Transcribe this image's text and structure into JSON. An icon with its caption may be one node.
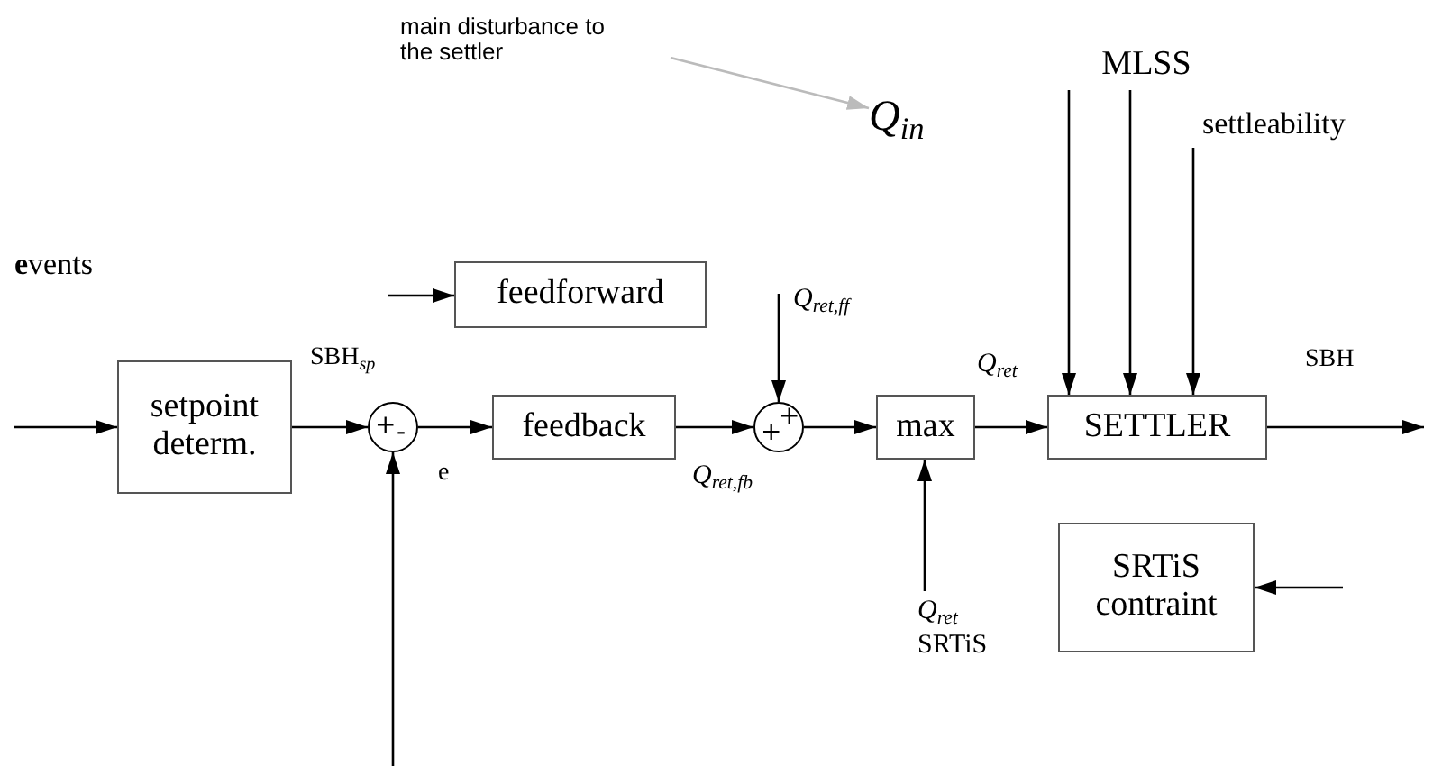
{
  "diagram": {
    "nodes": [
      {
        "text": [
          "setpoint determ."
        ]
      },
      {
        "text": [
          "+",
          "-"
        ]
      },
      {
        "text": [
          "feedback"
        ]
      },
      {
        "text": [
          "+",
          "+"
        ]
      },
      {
        "text": [
          "max"
        ]
      },
      {
        "text": [
          "SETTLER"
        ]
      },
      {
        "text": [
          "feedforward"
        ]
      },
      {
        "text": [
          "SRTiS contraint"
        ]
      },
      {
        "text": [
          "main disturbance to the settler"
        ]
      },
      {
        "text": [
          "Q$_{in}$"
        ]
      },
      {
        "text": [
          "*Q*$_{ret}$ SRTiS"
        ]
      },
      {
        "text": [
          "MLSS"
        ]
      },
      {
        "text": [
          "settleability"
        ]
      }
    ],
    "edges": [
      {
        "from": null,
        "to": 0,
        "arrow": "to"
      },
      {
        "from": 0,
        "to": 1,
        "arrow": "to"
      },
      {
        "from": null,
        "to": 1,
        "arrow": "to"
      },
      {
        "from": 1,
        "to": 2,
        "arrow": "to"
      },
      {
        "from": 2,
        "to": 3,
        "arrow": "to"
      },
      {
        "from": null,
        "to": 3,
        "arrow": "to"
      },
      {
        "from": 3,
        "to": 4,
        "arrow": "to"
      },
      {
        "from": 10,
        "to": 4,
        "arrow": "to"
      },
      {
        "from": 4,
        "to": 5,
        "arrow": "to"
      },
      {
        "from": 5,
        "to": null,
        "arrow": "to"
      },
      {
        "from": null,
        "to": 7,
        "arrow": "to"
      },
      {
        "from": null,
        "to": 6,
        "arrow": "to"
      },
      {
        "from": 8,
        "to": 9,
        "arrow": "to",
        "color": "#bbbbbb"
      },
      {
        "from": 11,
        "to": 5,
        "arrow": "to"
      },
      {
        "from": 11,
        "to": 5,
        "arrow": "to"
      },
      {
        "from": 12,
        "to": 5,
        "arrow": "to"
      }
    ],
    "labels": [
      "**e**vents",
      "Q$_{ret,ff}$",
      "SBH$_{sp}$",
      "Q$_{ret}$",
      "SBH",
      "e",
      "Q$_{ret,fb}$"
    ]
  }
}
